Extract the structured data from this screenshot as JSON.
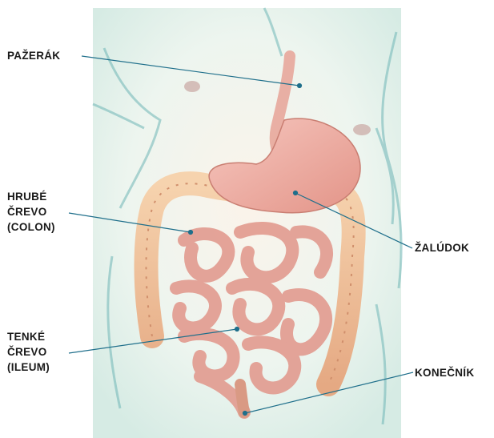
{
  "labels": {
    "esophagus": "PAŽERÁK",
    "colon": [
      "HRUBÉ",
      "ČREVO",
      "(COLON)"
    ],
    "stomach": "ŽALÚDOK",
    "ileum": [
      "TENKÉ",
      "ČREVO",
      "(ILEUM)"
    ],
    "rectum": "KONEČNÍK"
  },
  "colors": {
    "leader_line": "#1f6f8b",
    "background_wash": "#dfeee9",
    "body_outline": "#6fb6b6",
    "organ": "#e9a79a",
    "colon": "#f1c39a"
  }
}
